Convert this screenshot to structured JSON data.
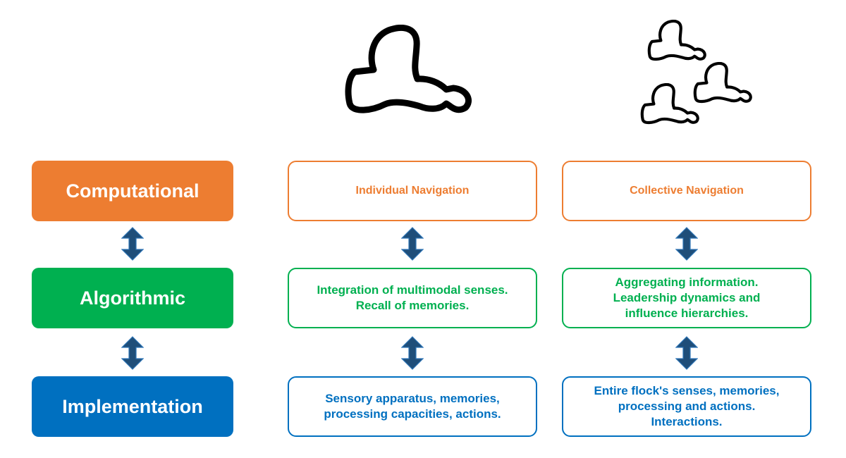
{
  "levels": [
    {
      "label": "Computational",
      "color": "#ED7D31"
    },
    {
      "label": "Algorithmic",
      "color": "#00B050"
    },
    {
      "label": "Implementation",
      "color": "#0070C0"
    }
  ],
  "individual": {
    "computational": "Individual Navigation",
    "algorithmic": [
      "Integration of multimodal senses.",
      "Recall of memories."
    ],
    "implementation": [
      "Sensory apparatus, memories,",
      "processing capacities, actions."
    ]
  },
  "collective": {
    "computational": "Collective Navigation",
    "algorithmic": [
      "Aggregating information.",
      "Leadership dynamics and",
      "influence hierarchies."
    ],
    "implementation": [
      "Entire flock's senses, memories,",
      "processing and actions.",
      "Interactions."
    ]
  },
  "icons": {
    "single_bird": "bird-outline-icon",
    "flock": "flock-of-birds-icon",
    "arrow": "double-headed-vertical-arrow-icon"
  },
  "colors": {
    "computational": "#ED7D31",
    "algorithmic": "#00B050",
    "implementation": "#0070C0",
    "arrow_fill": "#1F4E79"
  }
}
